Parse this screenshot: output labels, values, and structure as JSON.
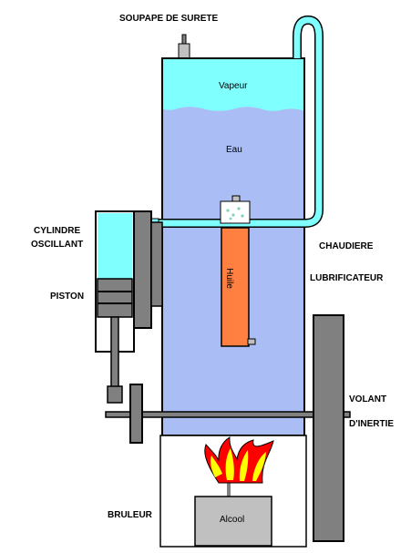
{
  "labels": {
    "safety_valve": "SOUPAPE DE SURETE",
    "cylinder_line1": "CYLINDRE",
    "cylinder_line2": "OSCILLANT",
    "piston": "PISTON",
    "boiler": "CHAUDIERE",
    "lubricator": "LUBRIFICATEUR",
    "flywheel_line1": "VOLANT",
    "flywheel_line2": "D'INERTIE",
    "burner": "BRULEUR"
  },
  "inner_labels": {
    "steam": "Vapeur",
    "water": "Eau",
    "oil": "Huile",
    "alcohol": "Alcool"
  },
  "colors": {
    "steam": "#80ffff",
    "water": "#aabef5",
    "oil": "#ff8040",
    "metal": "#808080",
    "burner_box": "#c0c0c0",
    "flame_red": "#ff0000",
    "flame_yellow": "#ffff00"
  }
}
